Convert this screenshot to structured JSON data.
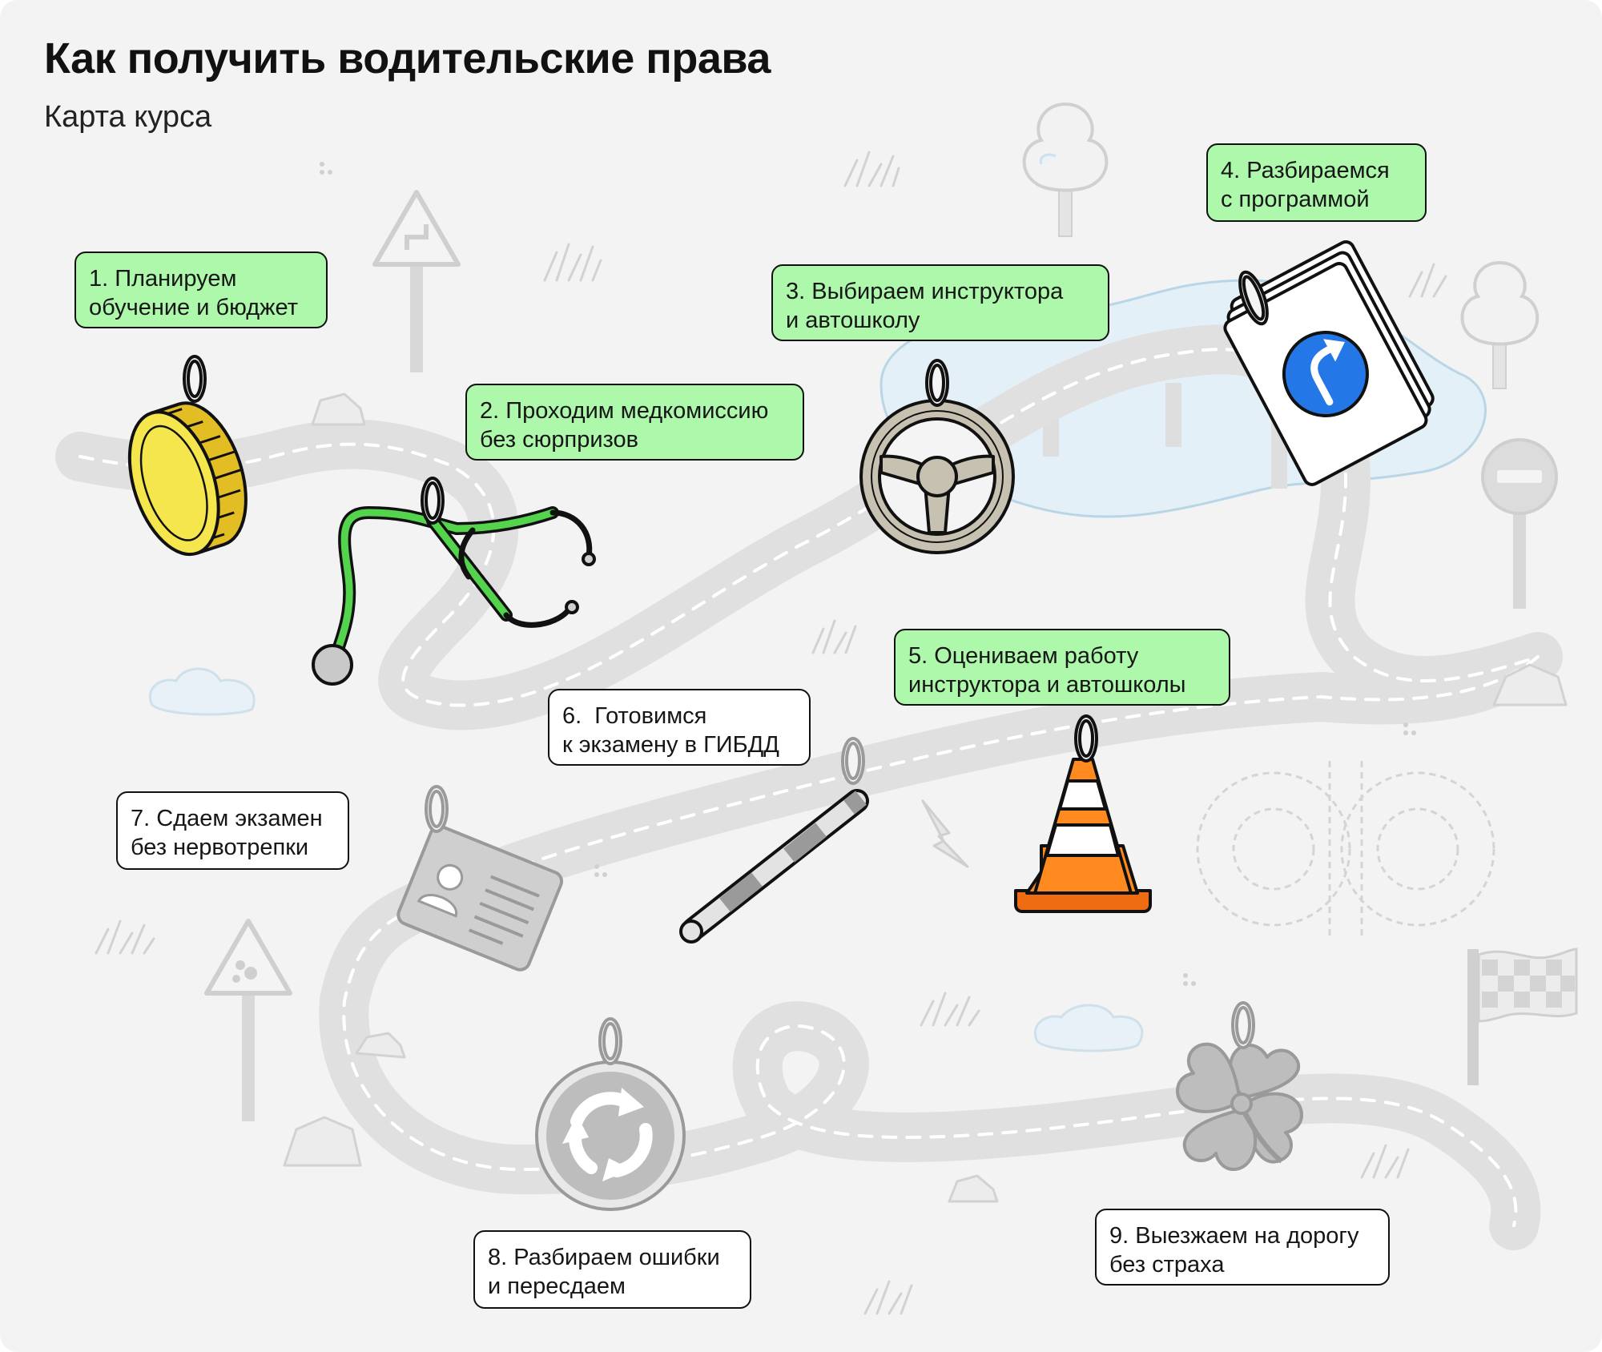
{
  "title": "Как получить водительские права",
  "subtitle": "Карта курса",
  "colors": {
    "background": "#f3f3f3",
    "road": "#e0e0e0",
    "road_marking": "#ffffff",
    "done_label": "#adf8ab",
    "pending_label": "#ffffff",
    "lake": "#dfeef6",
    "accent_green": "#54d34d",
    "coin_yellow": "#f4e64c",
    "cone_orange": "#ff8a1f",
    "sign_blue": "#2477e6",
    "inactive_gray": "#bdbdbd"
  },
  "steps": [
    {
      "state": "done",
      "icon": "coin-icon",
      "lines": [
        "1. Планируем",
        "обучение и бюджет"
      ]
    },
    {
      "state": "done",
      "icon": "stethoscope-icon",
      "lines": [
        "2. Проходим медкомиссию",
        "без сюрпризов"
      ]
    },
    {
      "state": "done",
      "icon": "steering-wheel-icon",
      "lines": [
        "3. Выбираем инструктора",
        "и автошколу"
      ]
    },
    {
      "state": "done",
      "icon": "rule-book-icon",
      "lines": [
        "4. Разбираемся",
        "с программой"
      ]
    },
    {
      "state": "done",
      "icon": "traffic-cone-icon",
      "lines": [
        "5. Оцениваем работу",
        "инструктора и автошколы"
      ]
    },
    {
      "state": "pending",
      "icon": "police-baton-icon",
      "lines": [
        "6.  Готовимся",
        "к экзамену в ГИБДД"
      ]
    },
    {
      "state": "pending",
      "icon": "driver-license-icon",
      "lines": [
        "7. Сдаем экзамен",
        "без нервотрепки"
      ]
    },
    {
      "state": "pending",
      "icon": "roundabout-sign-icon",
      "lines": [
        "8. Разбираем ошибки",
        "и пересдаем"
      ]
    },
    {
      "state": "pending",
      "icon": "clover-icon",
      "lines": [
        "9. Выезжаем на дорогу",
        "без страха"
      ]
    }
  ]
}
